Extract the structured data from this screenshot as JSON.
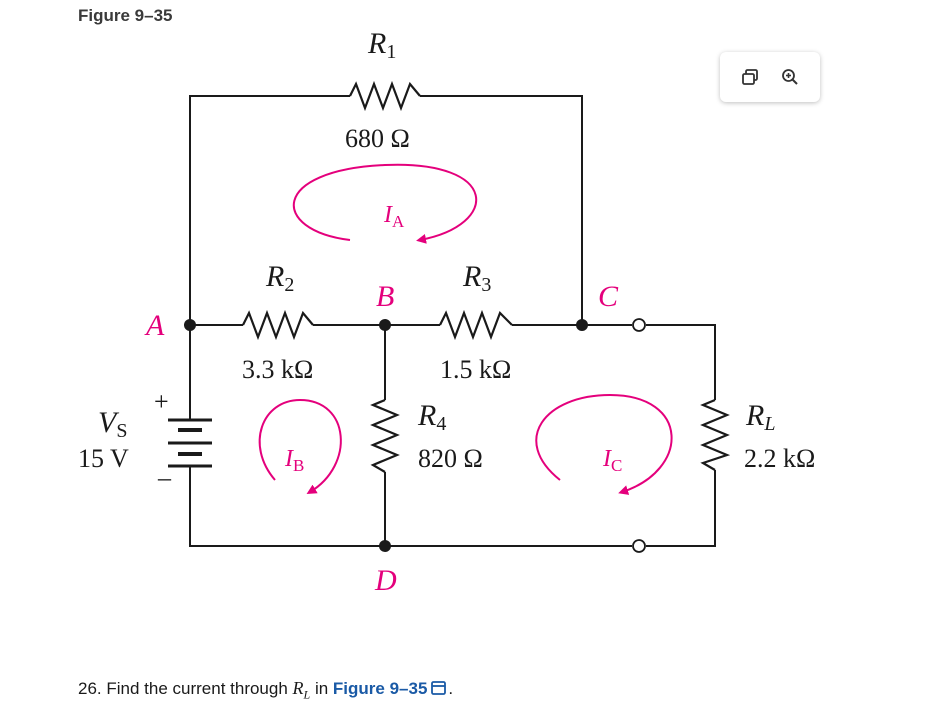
{
  "caption": "Figure 9–35",
  "toolbar": {
    "icons": [
      "open-new-window-icon",
      "zoom-in-icon"
    ]
  },
  "circuit": {
    "R1_name": "R",
    "R1_sub": "1",
    "R1_value": "680 Ω",
    "R2_name": "R",
    "R2_sub": "2",
    "R2_value": "3.3 kΩ",
    "R3_name": "R",
    "R3_sub": "3",
    "R3_value": "1.5 kΩ",
    "R4_name": "R",
    "R4_sub": "4",
    "R4_value": "820 Ω",
    "RL_name": "R",
    "RL_sub": "L",
    "RL_value": "2.2 kΩ",
    "Vs_name": "V",
    "Vs_sub": "S",
    "Vs_value": "15 V",
    "plus": "+",
    "minus": "–",
    "node_A": "A",
    "node_B": "B",
    "node_C": "C",
    "node_D": "D",
    "IA_name": "I",
    "IA_sub": "A",
    "IB_name": "I",
    "IB_sub": "B",
    "IC_name": "I",
    "IC_sub": "C"
  },
  "colors": {
    "wire": "#1a1a1a",
    "loop": "#e4007c",
    "link": "#1a5aa6"
  },
  "question": {
    "prefix": "26. Find the current through ",
    "var_name": "R",
    "var_sub": "L",
    "middle": " in ",
    "link_text": "Figure 9–35",
    "suffix": "."
  }
}
